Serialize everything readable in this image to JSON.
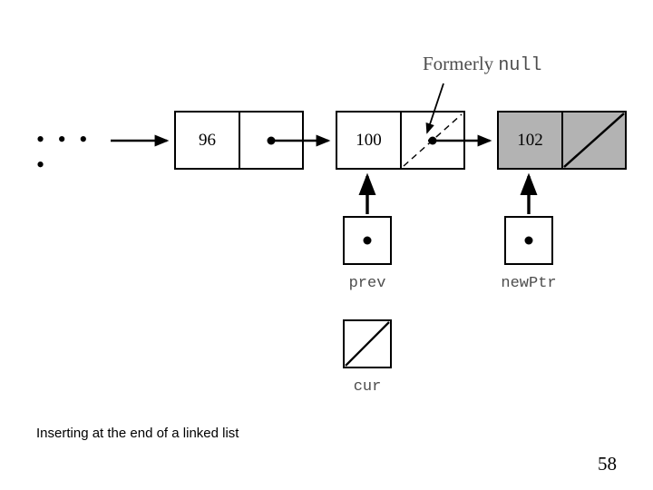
{
  "slide": {
    "caption": "Inserting at the end of a linked list",
    "page_number": "58"
  },
  "annotations": {
    "formerly": {
      "text_prefix": "Formerly ",
      "text_code": "null"
    }
  },
  "diagram": {
    "type": "linked-list-insertion",
    "ellipsis": "• • • •",
    "nodes": [
      {
        "name": "node-96",
        "value": "96",
        "shaded": false,
        "pointer": "dot"
      },
      {
        "name": "node-100",
        "value": "100",
        "shaded": false,
        "pointer": "dot-and-slash"
      },
      {
        "name": "node-102",
        "value": "102",
        "shaded": true,
        "pointer": "slash"
      }
    ],
    "variables": [
      {
        "name": "prev",
        "label": "prev",
        "shaded": false,
        "content": "dot"
      },
      {
        "name": "newPtr",
        "label": "newPtr",
        "shaded": true,
        "content": "dot"
      },
      {
        "name": "cur",
        "label": "cur",
        "shaded": false,
        "content": "slash"
      }
    ],
    "colors": {
      "stroke": "#000000",
      "shaded_fill": "#b3b3b3",
      "node_fill": "#ffffff",
      "label_text": "#4d4d4d"
    }
  }
}
